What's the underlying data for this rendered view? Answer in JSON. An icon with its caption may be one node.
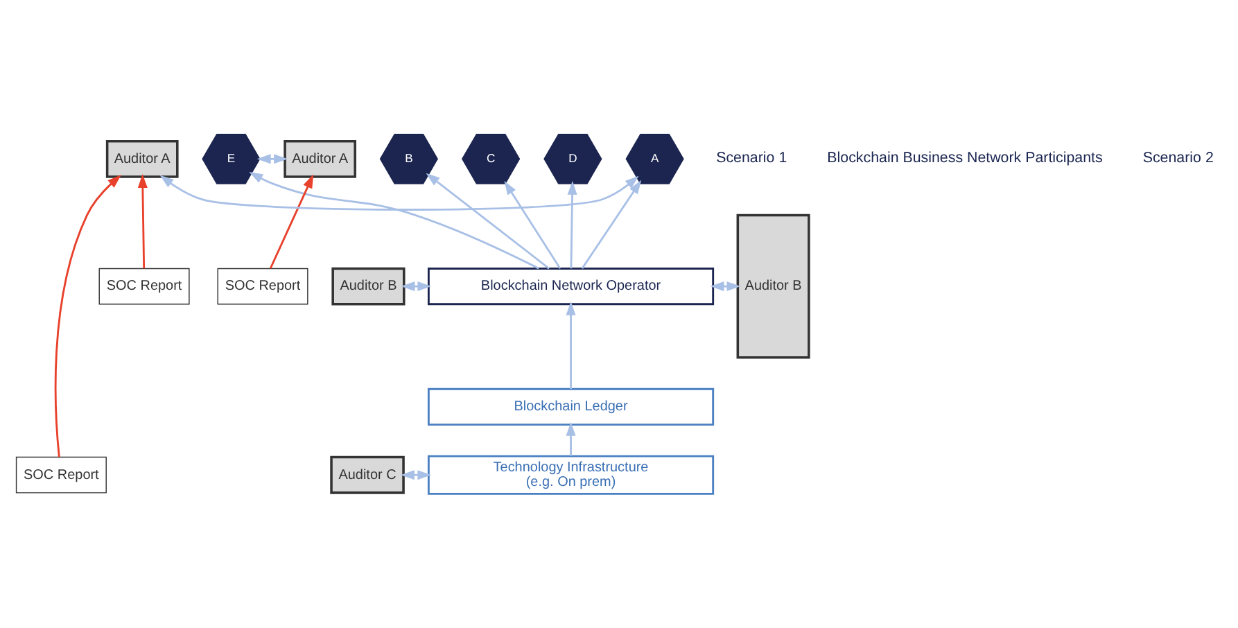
{
  "diagram": {
    "nodes": [
      {
        "text": [
          "Auditor A"
        ]
      },
      {
        "text": [
          "A"
        ]
      },
      {
        "text": [
          "B"
        ]
      },
      {
        "text": [
          "C"
        ]
      },
      {
        "text": [
          "D"
        ]
      },
      {
        "text": [
          "E"
        ]
      },
      {
        "text": [
          "Auditor A"
        ]
      },
      {
        "text": [
          "SOC Report"
        ]
      },
      {
        "text": [
          "Auditor B"
        ]
      },
      {
        "text": [
          "Blockchain Network Operator"
        ]
      },
      {
        "text": [
          "Auditor B"
        ]
      },
      {
        "text": [
          "SOC Report"
        ]
      },
      {
        "text": [
          "Blockchain Ledger"
        ]
      },
      {
        "text": [
          "SOC Report"
        ]
      },
      {
        "text": [
          "Auditor C"
        ]
      },
      {
        "text": [
          "Technology Infrastructure",
          "(e.g. On prem)"
        ]
      }
    ],
    "edges": [
      {
        "from": 0,
        "to": 1,
        "arrow": "both"
      },
      {
        "from": 5,
        "to": 6,
        "arrow": "both"
      },
      {
        "from": 9,
        "to": 1,
        "arrow": "to"
      },
      {
        "from": 9,
        "to": 2,
        "arrow": "to"
      },
      {
        "from": 9,
        "to": 3,
        "arrow": "to"
      },
      {
        "from": 9,
        "to": 4,
        "arrow": "to"
      },
      {
        "from": 9,
        "to": 5,
        "arrow": "to"
      },
      {
        "from": 8,
        "to": 9,
        "arrow": "both"
      },
      {
        "from": 9,
        "to": 10,
        "arrow": "both"
      },
      {
        "from": 12,
        "to": 9,
        "arrow": "to"
      },
      {
        "from": 15,
        "to": 12,
        "arrow": "to"
      },
      {
        "from": 14,
        "to": 15,
        "arrow": "both"
      },
      {
        "from": 7,
        "to": 0,
        "arrow": "to",
        "color": "#e8412c"
      },
      {
        "from": 13,
        "to": 0,
        "arrow": "to",
        "color": "#e8412c"
      },
      {
        "from": 11,
        "to": 6,
        "arrow": "to",
        "color": "#e8412c"
      }
    ],
    "labels": [
      "Scenario 1",
      "Blockchain Business Network Participants",
      "Scenario 2"
    ]
  }
}
